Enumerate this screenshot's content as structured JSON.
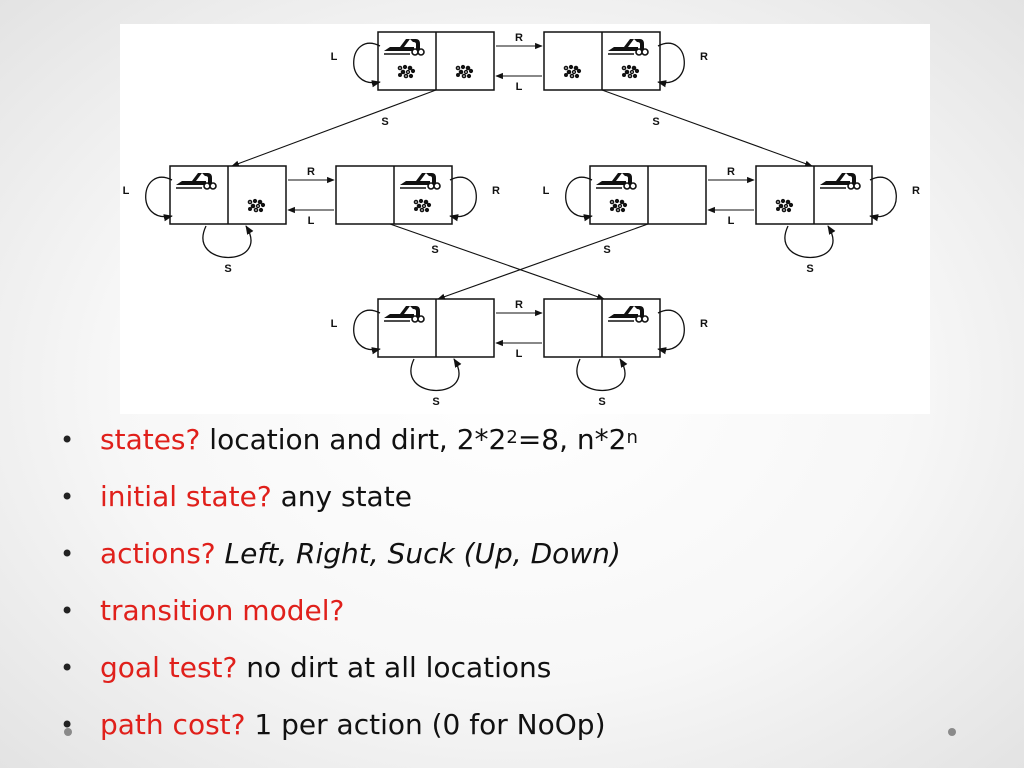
{
  "diagram": {
    "labels": {
      "left": "L",
      "right": "R",
      "suck": "S"
    }
  },
  "bullets": [
    {
      "question": "states?",
      "answer_html": "location and dirt, 2*2<sup style=\"font-size:18px;position:relative;top:-6px;vertical-align:baseline\">2</sup>=8, n*2<sup style=\"font-size:18px;position:relative;top:-6px;vertical-align:baseline\">n</sup>",
      "italic": false
    },
    {
      "question": "initial state?",
      "answer": "any state",
      "italic": false
    },
    {
      "question": "actions?",
      "answer": "Left, Right, Suck  (Up, Down)",
      "italic": true
    },
    {
      "question": "transition model?",
      "answer": "",
      "italic": false
    },
    {
      "question": "goal test?",
      "answer": "no dirt at all locations",
      "italic": false
    },
    {
      "question": "path cost?",
      "answer": "1 per action (0 for NoOp)",
      "italic": false
    }
  ],
  "bullet_glyph": "•"
}
